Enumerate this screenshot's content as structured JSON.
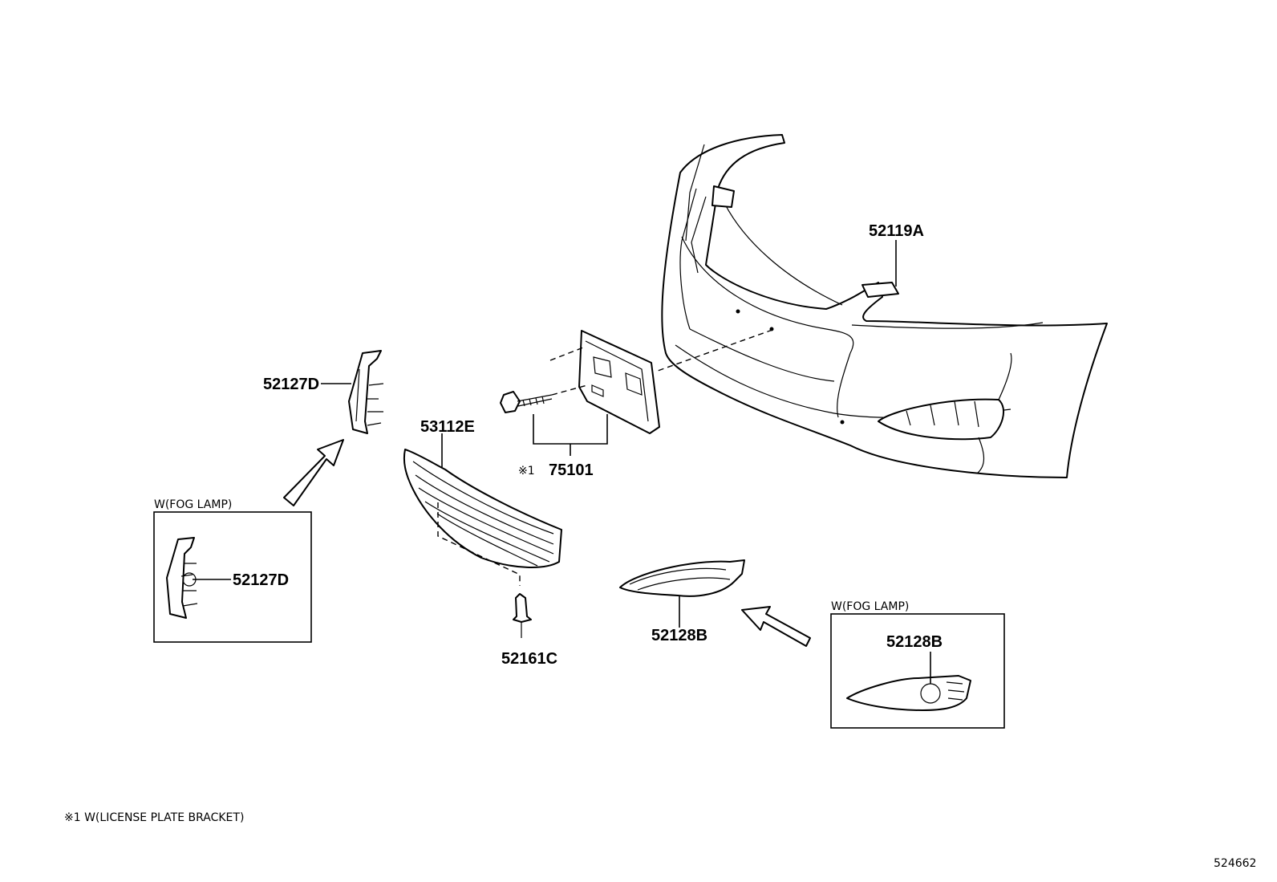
{
  "diagram_id": "524662",
  "parts": {
    "bumper_cover": "52119A",
    "fog_bezel_left": "52127D",
    "fog_bezel_left_box": "52127D",
    "lower_grille": "53112E",
    "license_bracket": "75101",
    "license_bracket_marker": "※1",
    "clip": "52161C",
    "fog_bezel_right": "52128B",
    "fog_bezel_right_box": "52128B"
  },
  "boxes": {
    "left_caption": "W(FOG LAMP)",
    "right_caption": "W(FOG LAMP)"
  },
  "footnote": "※1 W(LICENSE PLATE BRACKET)"
}
